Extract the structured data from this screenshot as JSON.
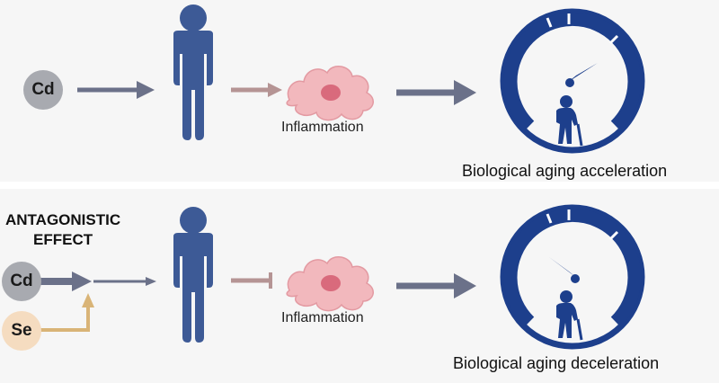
{
  "top": {
    "element": "Cd",
    "effect_label": "Inflammation",
    "outcome": "Biological aging acceleration"
  },
  "bottom": {
    "heading_line1": "ANTAGONISTIC",
    "heading_line2": "EFFECT",
    "element1": "Cd",
    "element2": "Se",
    "effect_label": "Inflammation",
    "outcome": "Biological aging deceleration"
  },
  "colors": {
    "person": "#3d5a96",
    "gauge": "#1d3f8c",
    "arrow": "#6b7189",
    "arrow_red": "#b59494",
    "se_arrow": "#d9b477",
    "cd_badge": "#a8aab0",
    "se_badge": "#f5dcc0",
    "cell": "#f2b8bd",
    "nucleus": "#d96a7c"
  },
  "icons": [
    "person-icon",
    "inflammation-cell-icon",
    "aging-gauge-icon",
    "elderly-person-icon"
  ]
}
